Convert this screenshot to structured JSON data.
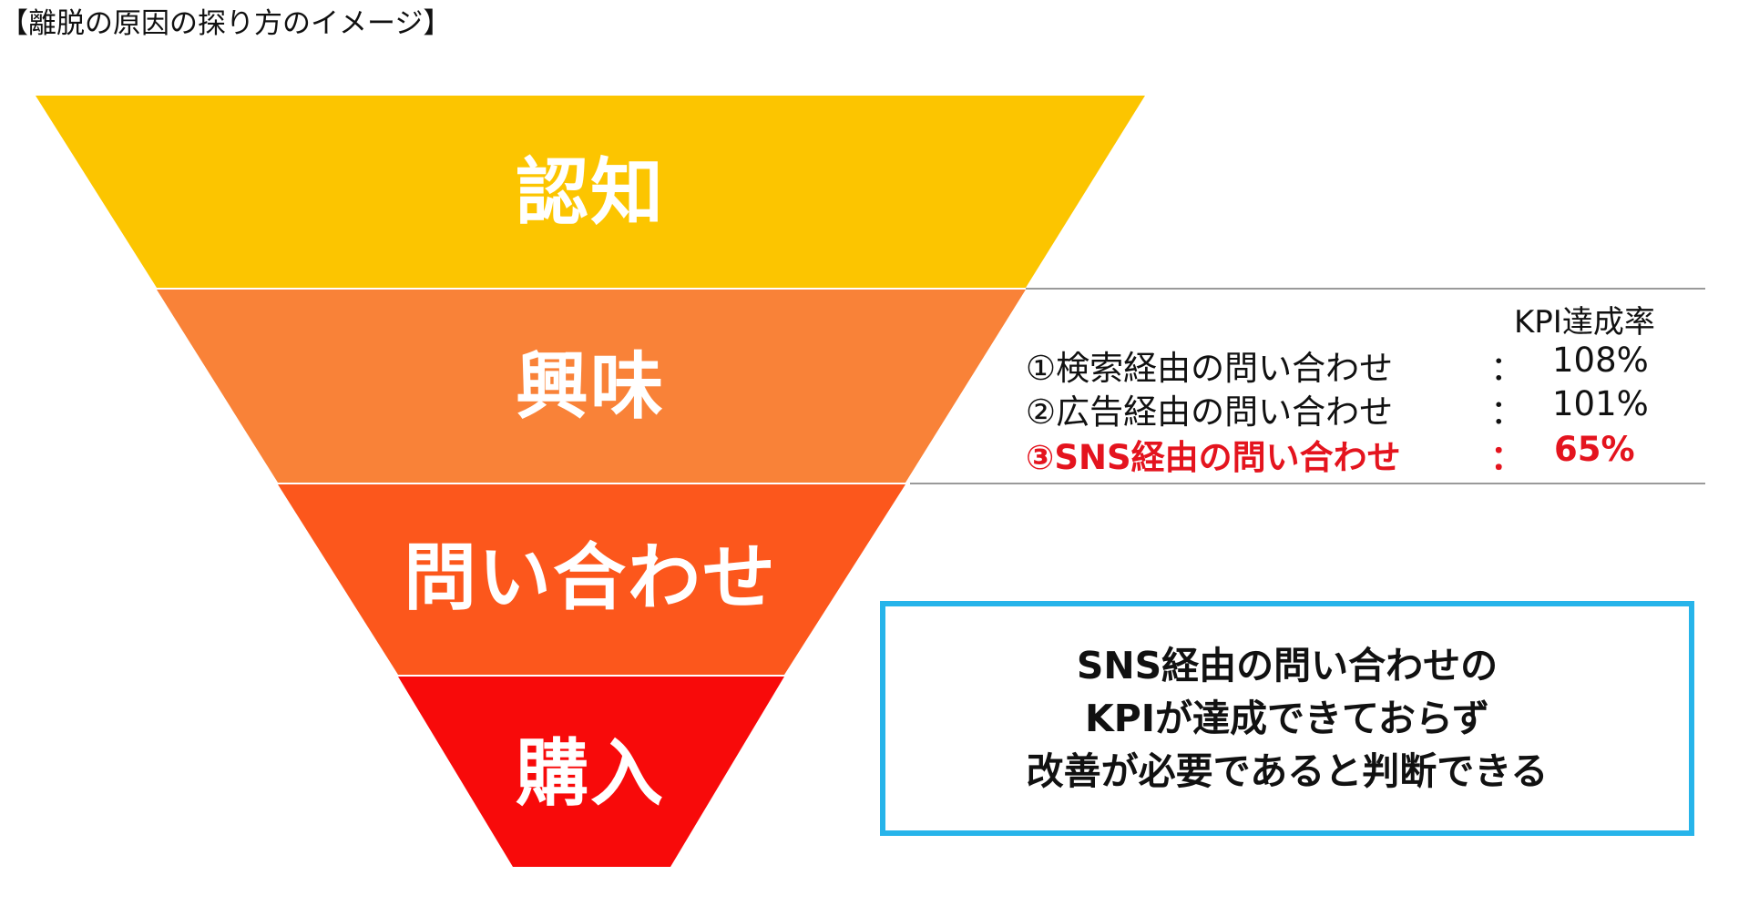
{
  "title": "【離脱の原因の探り方のイメージ】",
  "funnel": {
    "stages": [
      {
        "label": "認知",
        "color": "#fcc500"
      },
      {
        "label": "興味",
        "color": "#f98238"
      },
      {
        "label": "問い合わせ",
        "color": "#fc571c"
      },
      {
        "label": "購入",
        "color": "#f80a0a"
      }
    ]
  },
  "kpi": {
    "header": "KPI達成率",
    "separator": "：",
    "rows": [
      {
        "label": "①検索経由の問い合わせ",
        "value": "108%",
        "highlight": false
      },
      {
        "label": "②広告経由の問い合わせ",
        "value": "101%",
        "highlight": false
      },
      {
        "label": "③SNS経由の問い合わせ",
        "value": "65%",
        "highlight": true
      }
    ],
    "highlight_color": "#e4141e"
  },
  "conclusion": {
    "lines": [
      "SNS経由の問い合わせの",
      "KPIが達成できておらず",
      "改善が必要であると判断できる"
    ],
    "border_color": "#27b4ea"
  }
}
